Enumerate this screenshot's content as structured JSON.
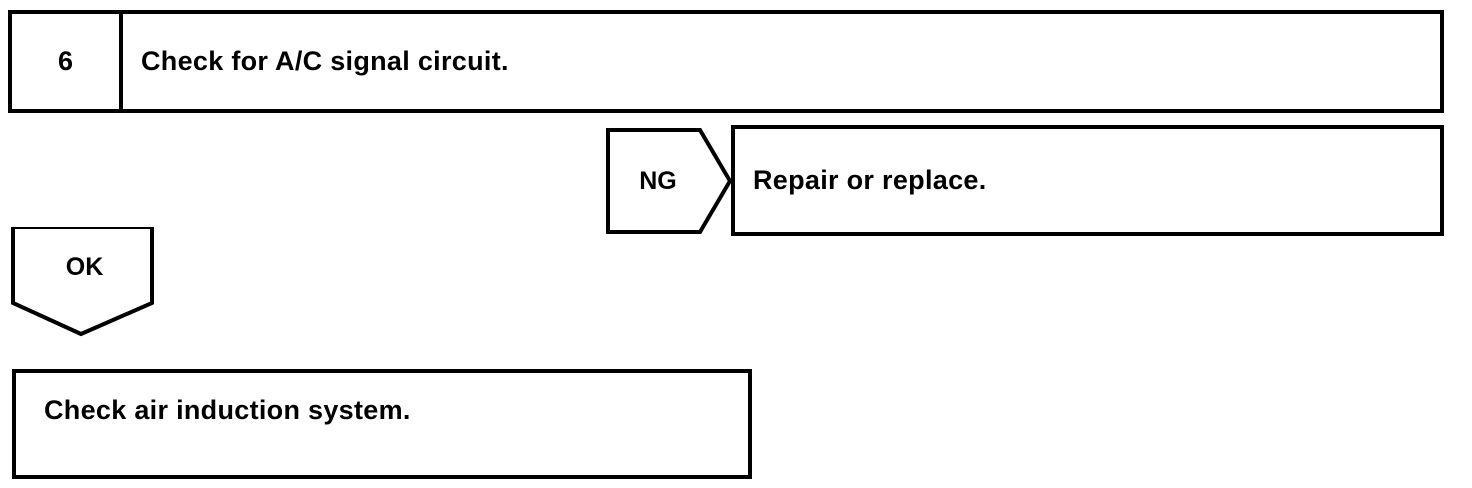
{
  "diagram": {
    "type": "troubleshooting-flowchart",
    "stroke_color": "#000000",
    "background_color": "#ffffff",
    "text_color": "#000000"
  },
  "step": {
    "number": "6",
    "instruction": "Check for A/C signal circuit."
  },
  "branches": {
    "ng": {
      "label": "NG",
      "shape": "right-pointing-pentagon",
      "result_label": "Repair or replace."
    },
    "ok": {
      "label": "OK",
      "shape": "down-pointing-pentagon",
      "result_label": "Check air induction system."
    }
  }
}
